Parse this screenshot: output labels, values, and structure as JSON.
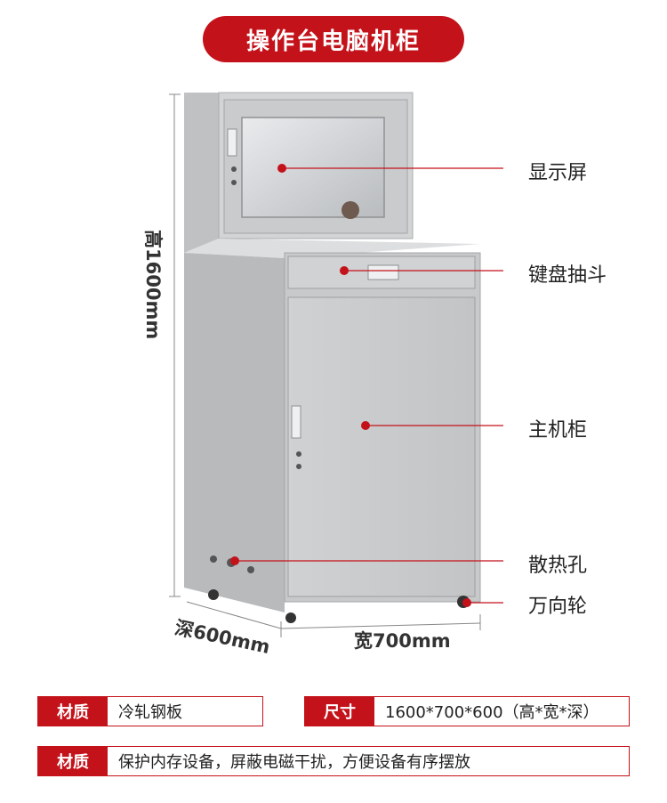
{
  "title": "操作台电脑机柜",
  "callouts": {
    "display": "显示屏",
    "keyboard_drawer": "键盘抽斗",
    "main_cabinet": "主机柜",
    "vent_holes": "散热孔",
    "casters": "万向轮"
  },
  "dimensions": {
    "height": "高1600mm",
    "depth": "深600mm",
    "width": "宽700mm"
  },
  "specs": {
    "material_label": "材质",
    "material_value": "冷轧钢板",
    "size_label": "尺寸",
    "size_value": "1600*700*600（高*宽*深）",
    "use_label": "材质",
    "use_value": "保护内存设备，屏蔽电磁干扰，方便设备有序摆放"
  },
  "colors": {
    "accent": "#c4121a",
    "cabinet_body": "#c9cbcd"
  }
}
